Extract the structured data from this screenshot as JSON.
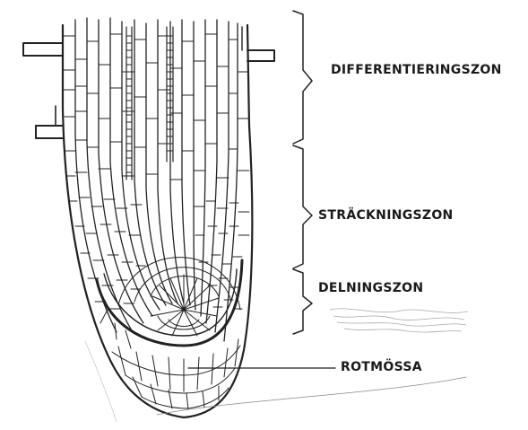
{
  "diagram": {
    "zones": {
      "differentiation": "DIFFERENTIERINGSZON",
      "elongation": "STRÄCKNINGSZON",
      "division": "DELNINGSZON",
      "root_cap": "ROTMÖSSA"
    }
  }
}
